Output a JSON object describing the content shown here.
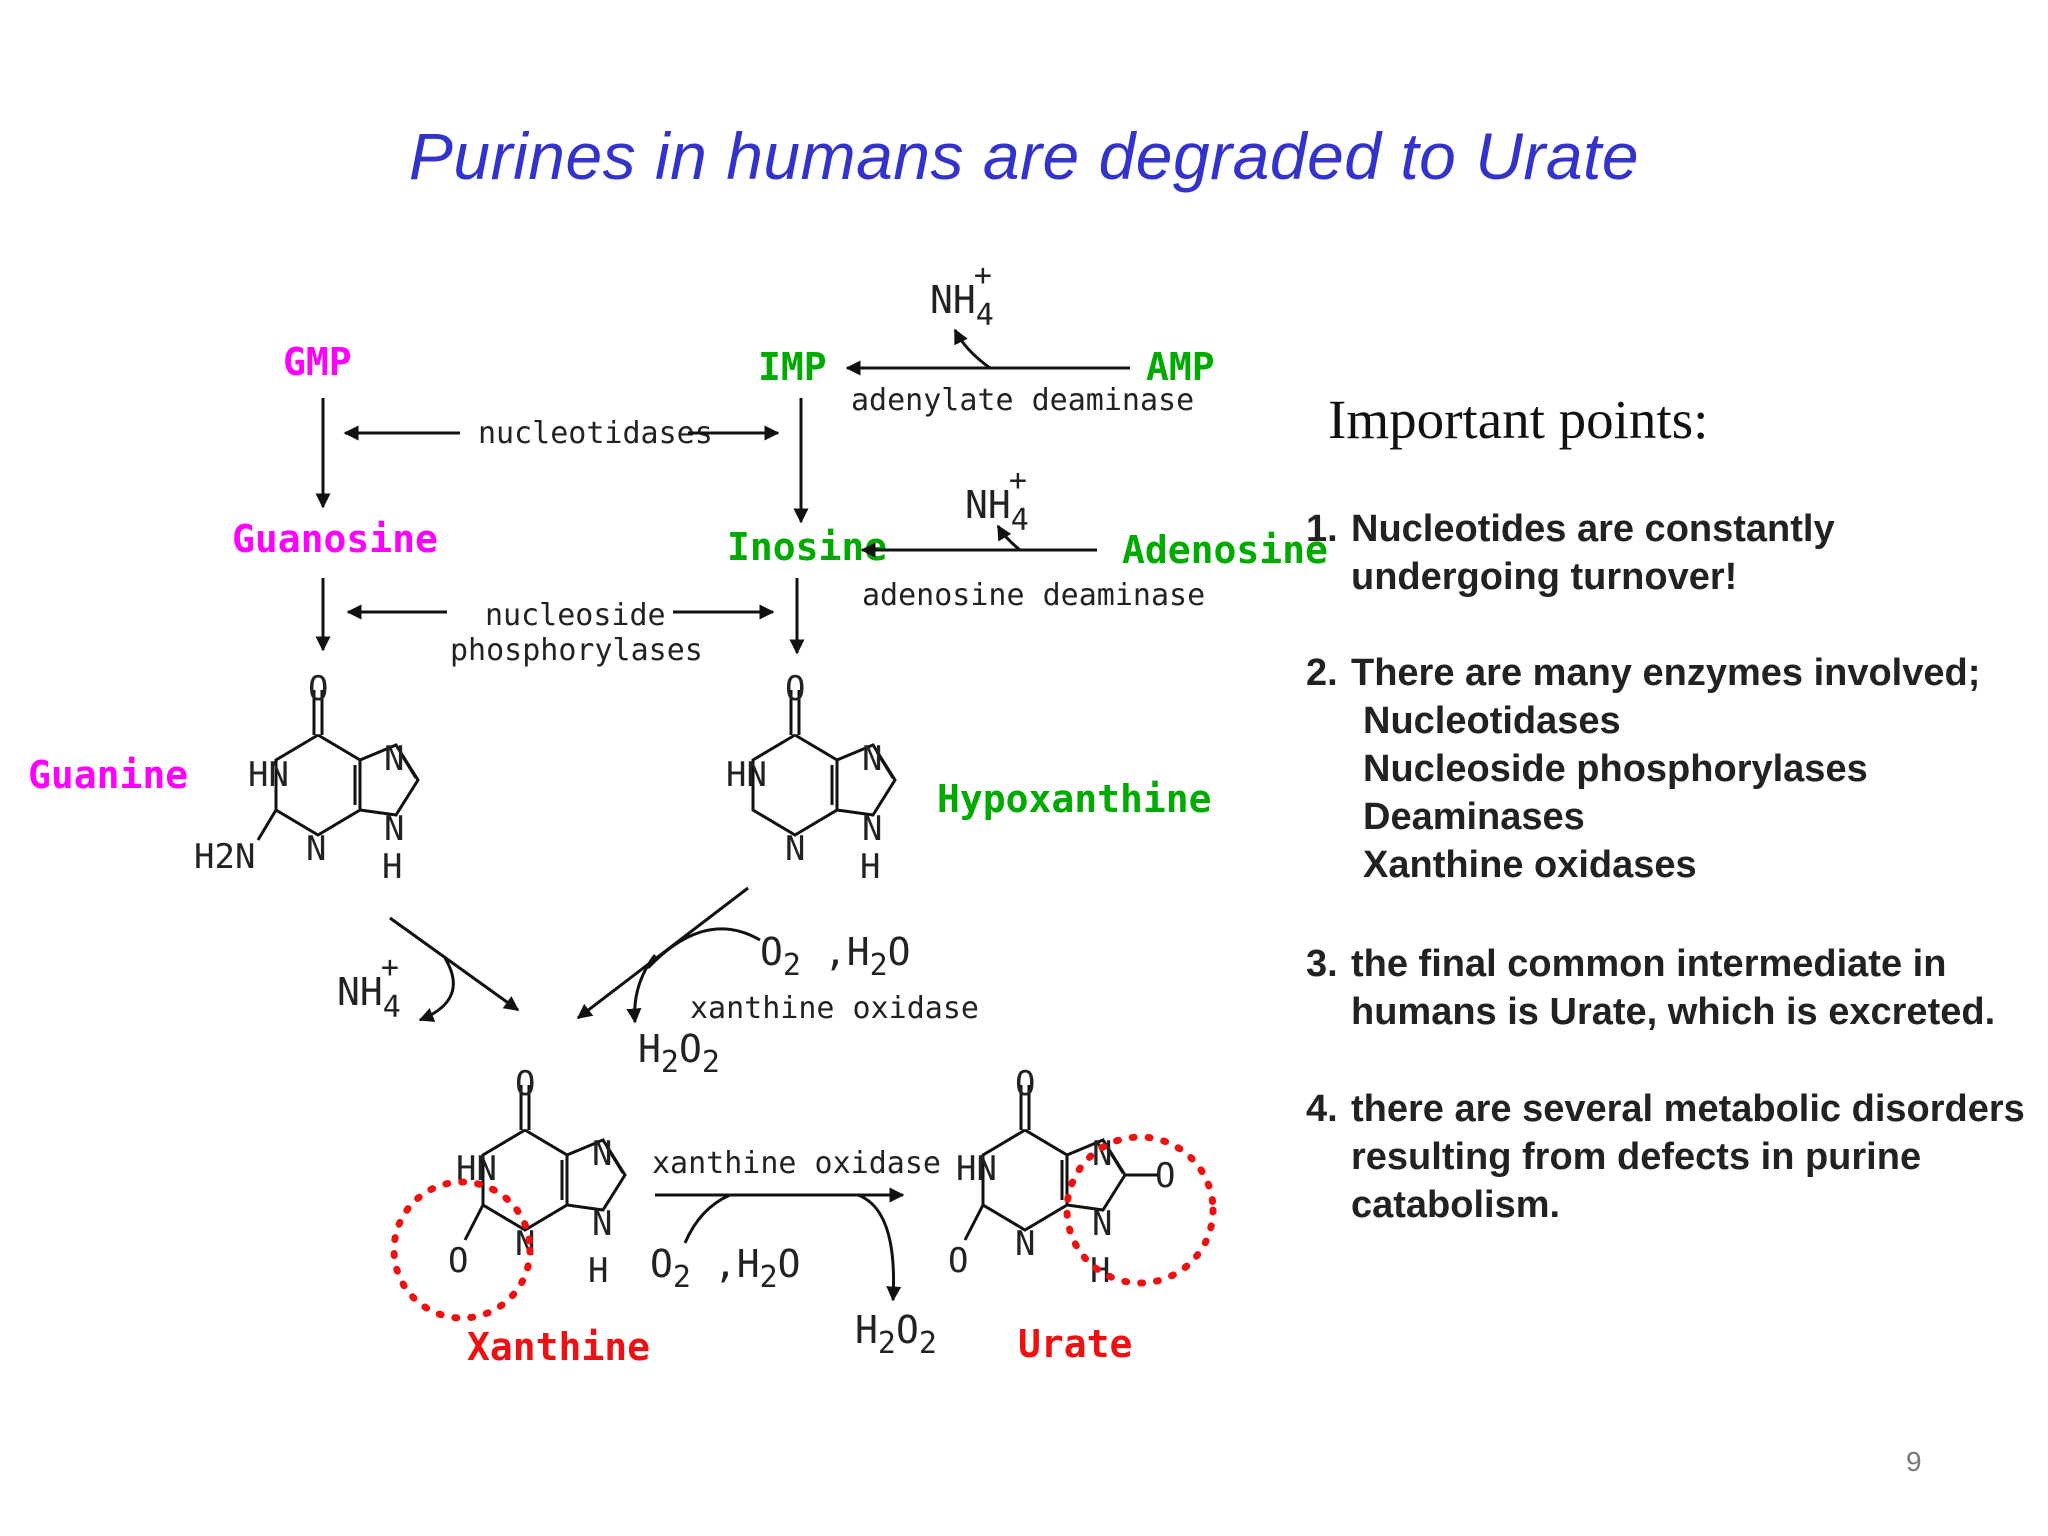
{
  "title": "Purines in humans are degraded to Urate",
  "colors": {
    "title": "#3333cc",
    "magenta": "#ff00ff",
    "green": "#00aa00",
    "red": "#ee1111",
    "text": "#222222"
  },
  "compounds": {
    "gmp": "GMP",
    "imp": "IMP",
    "amp": "AMP",
    "guanosine": "Guanosine",
    "inosine": "Inosine",
    "adenosine": "Adenosine",
    "guanine": "Guanine",
    "hypoxanthine": "Hypoxanthine",
    "xanthine": "Xanthine",
    "urate": "Urate"
  },
  "enzymes": {
    "nucleotidases": "nucleotidases",
    "adenylate_deaminase": "adenylate deaminase",
    "adenosine_deaminase": "adenosine deaminase",
    "nucleoside_phosphorylases_1": "nucleoside",
    "nucleoside_phosphorylases_2": "phosphorylases",
    "xanthine_oxidase_1": "xanthine oxidase",
    "xanthine_oxidase_2": "xanthine oxidase"
  },
  "small_molecules": {
    "nh4": "NH",
    "nh4_sub": "4",
    "plus": "+",
    "o2_h2o_a": "O",
    "o2_h2o_b": "2",
    "o2_h2o_c": " ,H",
    "o2_h2o_d": "2",
    "o2_h2o_e": "O",
    "h2o2_a": "H",
    "h2o2_b": "2",
    "h2o2_c": "O",
    "h2o2_d": "2"
  },
  "atoms": {
    "o": "O",
    "hn": "HN",
    "n": "N",
    "h": "H",
    "h2n": "H2N",
    "o_minus": "O"
  },
  "important": {
    "heading": "Important points:",
    "p1_num": "1.",
    "p1_line1": "Nucleotides are constantly",
    "p1_line2": "undergoing turnover!",
    "p2_num": "2.",
    "p2_line1": "There are many enzymes involved;",
    "p2_items": [
      "Nucleotidases",
      "Nucleoside phosphorylases",
      "Deaminases",
      "Xanthine oxidases"
    ],
    "p3_num": "3.",
    "p3_line1": "the final common intermediate in",
    "p3_line2": "humans is Urate, which is excreted.",
    "p4_num": "4.",
    "p4_line1": "there are several metabolic disorders",
    "p4_line2": "resulting from defects in purine",
    "p4_line3": "catabolism."
  },
  "page_number": "9"
}
